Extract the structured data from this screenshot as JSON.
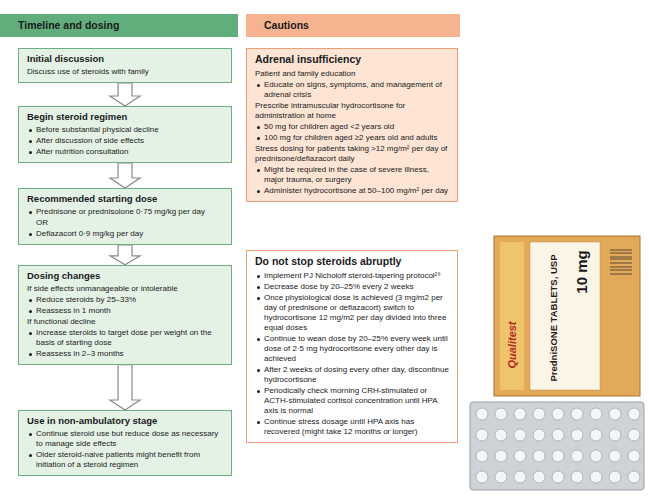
{
  "diagram": {
    "nodes": [
      {
        "text": [
          "Timeline and dosing"
        ]
      },
      {
        "text": [
          "Cautions"
        ]
      },
      {
        "text": [
          "Initial discussion",
          "Discuss use of steroids with family"
        ]
      },
      {
        "text": [
          "Begin steroid regimen",
          "Before substantial physical decline",
          "After discussion of side effects",
          "After nutrition consultation"
        ]
      },
      {
        "text": [
          "Recommended starting dose",
          "Prednisone or prednisolone 0·75 mg/kg per day",
          "OR",
          "Deflazacort 0·9 mg/kg per day"
        ]
      },
      {
        "text": [
          "Dosing changes",
          "If side effects unmanageable or intolerable",
          "Reduce steroids by 25–33%",
          "Reassess in 1 month",
          "If functional decline",
          "Increase steroids to target dose per weight on the basis of starting dose",
          "Reassess in 2–3 months"
        ]
      },
      {
        "text": [
          "Use in non-ambulatory stage",
          "Continue steroid use but reduce dose as necessary to manage side effects",
          "Older steroid-naive patients might benefit from initiation of a steroid regimen"
        ]
      },
      {
        "text": [
          "Adrenal insufficiency",
          "Patient and family education",
          "Educate on signs, symptoms, and management of adrenal crisis",
          "Prescribe intramuscular hydrocortisone for administration at home",
          "50 mg for children aged <2 years old",
          "100 mg for children aged ≥2 years old and adults",
          "Stress dosing for patients taking >12 mg/m² per day of prednisone/deflazacort daily",
          "Might be required in the case of severe illness, major trauma, or surgery",
          "Administer hydrocortisone at 50–100 mg/m² per day"
        ]
      },
      {
        "text": [
          "Do not stop steroids abruptly",
          "Implement PJ Nicholoff steroid-tapering protocol²⁹",
          "Decrease dose by 20–25% every 2 weeks",
          "Once physiological dose is achieved (3 mg/m2 per day of prednisone or deflazacort) switch to hydrocortisone 12 mg/m2 per day divided into three equal doses",
          "Continue to wean dose by 20–25% every week until dose of 2·5 mg hydrocortisone every other day is achieved",
          "After 2 weeks of dosing every other day, discontinue hydrocortisone",
          "Periodically check morning CRH-stimulated or ACTH-stimulated cortisol concentration until HPA axis is normal",
          "Continue stress dosage until HPA axis has recovered (might take 12 months or longer)"
        ]
      }
    ],
    "edges": [
      {
        "from": 2,
        "to": 3,
        "arrow": "to"
      },
      {
        "from": 3,
        "to": 4,
        "arrow": "to"
      },
      {
        "from": 4,
        "to": 5,
        "arrow": "to"
      },
      {
        "from": 5,
        "to": 6,
        "arrow": "to"
      }
    ],
    "labels": [
      "PredniSONE TABLETS, USP",
      "10 mg",
      "Qualitest"
    ]
  }
}
